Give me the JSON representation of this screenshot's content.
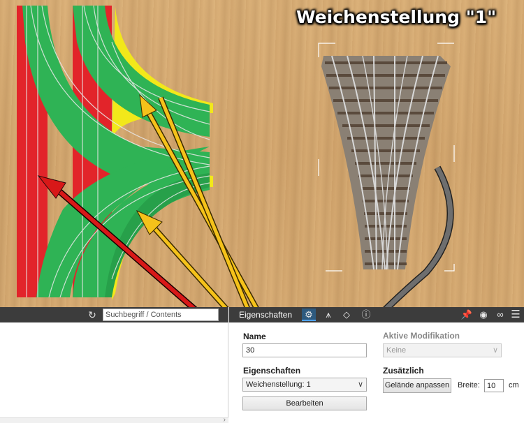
{
  "caption": "Weichenstellung \"1\"",
  "colors": {
    "track_red": "#e2242a",
    "track_green": "#2fb355",
    "track_yellow": "#f2e81a",
    "arrow_red": "#d81818",
    "arrow_yellow": "#f5c21a",
    "arrow_gray": "#6e6e6e",
    "panel_header": "#3c3c3c"
  },
  "left_panel": {
    "refresh_icon": "refresh-icon",
    "search_placeholder": "Suchbegriff / Contents"
  },
  "properties_panel": {
    "title": "Eigenschaften",
    "tab_icons": [
      "gear-icon",
      "axis-icon",
      "shape-icon",
      "info-icon"
    ],
    "right_icons": [
      "pin-icon",
      "eye-icon",
      "link-icon",
      "menu-icon"
    ],
    "name_label": "Name",
    "name_value": "30",
    "properties_label": "Eigenschaften",
    "switch_position": "Weichenstellung: 1",
    "edit_label": "Bearbeiten",
    "modification_label": "Aktive Modifikation",
    "modification_value": "Keine",
    "extra_label": "Zusätzlich",
    "terrain_button": "Gelände anpassen",
    "width_label": "Breite:",
    "width_value": "10",
    "width_unit": "cm"
  }
}
